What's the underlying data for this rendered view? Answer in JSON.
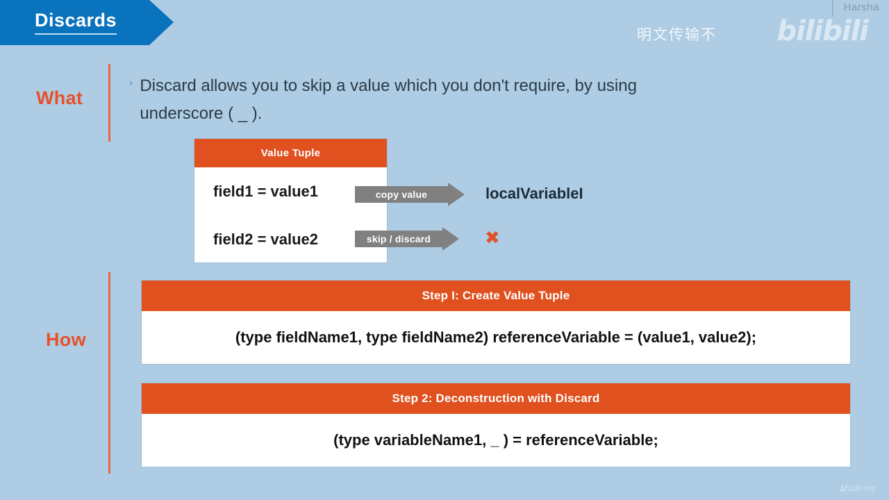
{
  "slide": {
    "title": "Discards",
    "background_color": "#aecde5",
    "accent_orange": "#e0511f",
    "accent_blue": "#0a73bd",
    "label_orange": "#e8502a"
  },
  "watermarks": {
    "author": "Harsha",
    "chinese_overlay": "明文传输不",
    "site_logo": "bilibili",
    "platform_logo": "udemy",
    "platform_glyph": "𝑢"
  },
  "sections": {
    "what": {
      "label": "What",
      "bullet_glyph": "›",
      "line1": "Discard allows you to skip a value which you don't require, by using",
      "line2": "underscore ( _ )."
    },
    "how": {
      "label": "How"
    }
  },
  "value_tuple": {
    "header": "Value Tuple",
    "rows": [
      {
        "text": "field1 = value1"
      },
      {
        "text": "field2 = value2"
      }
    ],
    "arrows": [
      {
        "label": "copy value"
      },
      {
        "label": "skip / discard"
      }
    ],
    "targets": {
      "variable": "localVariableI",
      "discard_glyph": "✖"
    }
  },
  "steps": [
    {
      "header": "Step I: Create Value Tuple",
      "code": "(type fieldName1, type fieldName2)  referenceVariable = (value1, value2);"
    },
    {
      "header": "Step 2: Deconstruction with Discard",
      "code": "(type variableName1, _ ) = referenceVariable;"
    }
  ]
}
